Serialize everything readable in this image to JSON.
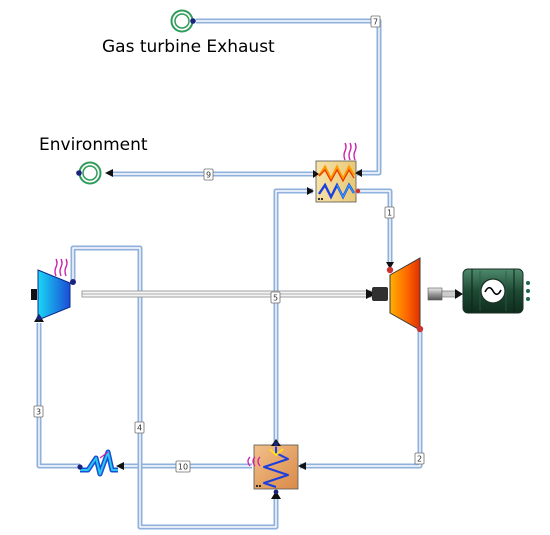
{
  "labels": {
    "gas_turbine_exhaust": "Gas turbine Exhaust",
    "environment": "Environment"
  },
  "streams": [
    "1",
    "2",
    "3",
    "4",
    "5",
    "7",
    "9",
    "10"
  ],
  "colors": {
    "pipe": "#8fb1dc",
    "source_ring": "#2e9b5a",
    "connector": "#1a237e",
    "heat_arrows": "#cc22aa"
  },
  "components": {
    "source": "gas-turbine-exhaust-source",
    "sink": "environment-sink",
    "evaporator": "heat-exchanger-icon",
    "turbine": "turbine-icon",
    "generator": "generator-icon",
    "pump": "pump-icon",
    "condenser": "condenser-icon",
    "recuperator": "recuperator-icon"
  }
}
